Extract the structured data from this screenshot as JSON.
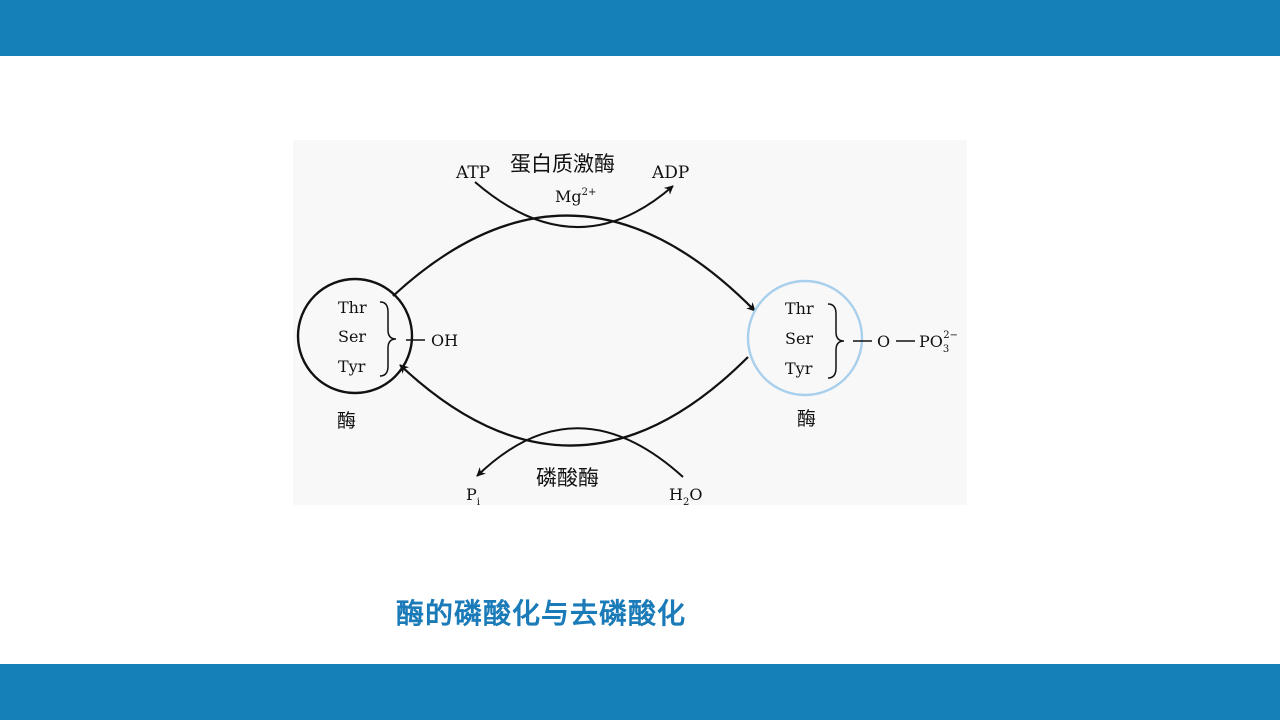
{
  "diagram": {
    "kinase": {
      "label": "蛋白质激酶",
      "cofactor": "Mg",
      "cofactor_sup": "2+",
      "substrate": "ATP",
      "product": "ADP"
    },
    "phosphatase": {
      "label": "磷酸酶",
      "substrate": "H",
      "substrate_sub": "2",
      "substrate_end": "O",
      "product": "P",
      "product_sub": "i"
    },
    "left_enzyme": {
      "residues": [
        "Thr",
        "Ser",
        "Tyr"
      ],
      "group": "OH",
      "label": "酶"
    },
    "right_enzyme": {
      "residues": [
        "Thr",
        "Ser",
        "Tyr"
      ],
      "group_o": "O",
      "group_p": "PO",
      "group_sub": "3",
      "group_sup": "2−",
      "label": "酶"
    }
  },
  "caption": "酶的磷酸化与去磷酸化",
  "colors": {
    "bar": "#1580b8",
    "caption": "#1a7bb8",
    "highlight_circle": "#a8cfec"
  }
}
